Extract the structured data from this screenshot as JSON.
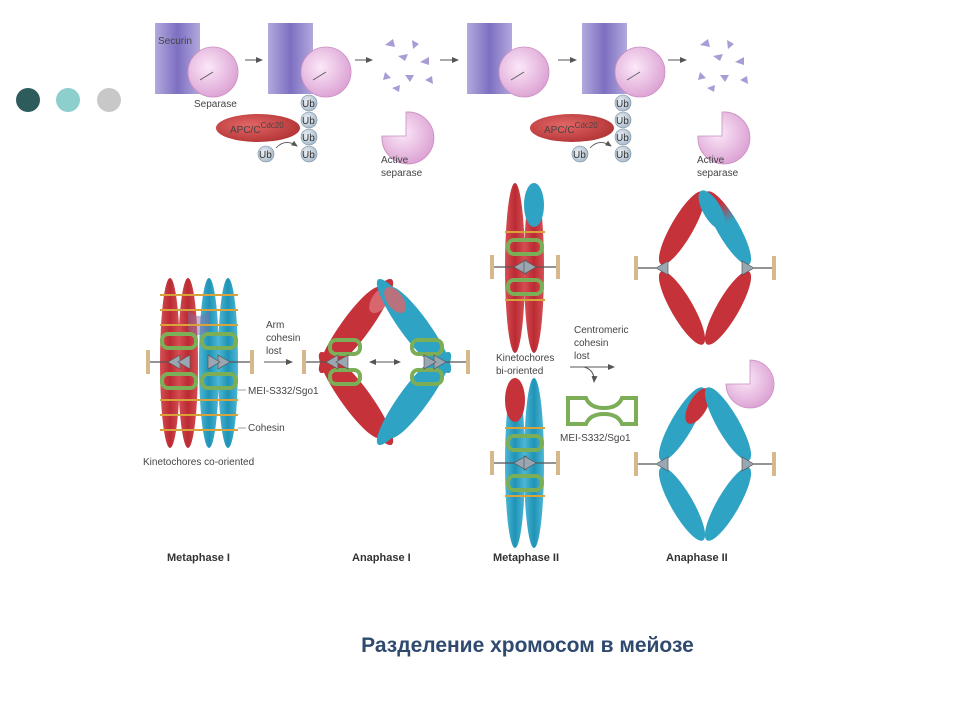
{
  "slide": {
    "caption": "Разделение хромосом в мейозе",
    "nav_dot_colors": [
      "#2e5b5c",
      "#8ccfcd",
      "#c8c8c8"
    ]
  },
  "colors": {
    "securin": "#8d80c6",
    "separase": "#e9b9e2",
    "apc": "#c33a3a",
    "ub": "#b9c8d5",
    "red_chromatid": "#c6323a",
    "blue_chromatid": "#2fa3c4",
    "cohesin": "#7cad57"
  },
  "top_panel": {
    "securin_label": "Securin",
    "separase_label": "Separase",
    "apc_label": "APC/C",
    "apc_superscript": "Cdc20",
    "ub_label": "Ub",
    "active_separase_line1": "Active",
    "active_separase_line2": "separase"
  },
  "bottom_panel": {
    "arm_cohesin_line1": "Arm",
    "arm_cohesin_line2": "cohesin",
    "arm_cohesin_line3": "lost",
    "mei_label": "MEI-S332/Sgo1",
    "cohesin_label": "Cohesin",
    "kinetochores_co": "Kinetochores co-oriented",
    "kinetochores_bi_line1": "Kinetochores",
    "kinetochores_bi_line2": "bi-oriented",
    "centromeric_line1": "Centromeric",
    "centromeric_line2": "cohesin",
    "centromeric_line3": "lost",
    "mei_label_2": "MEI-S332/Sgo1"
  },
  "stages": {
    "metaphase1": "Metaphase I",
    "anaphase1": "Anaphase I",
    "metaphase2": "Metaphase II",
    "anaphase2": "Anaphase II"
  }
}
